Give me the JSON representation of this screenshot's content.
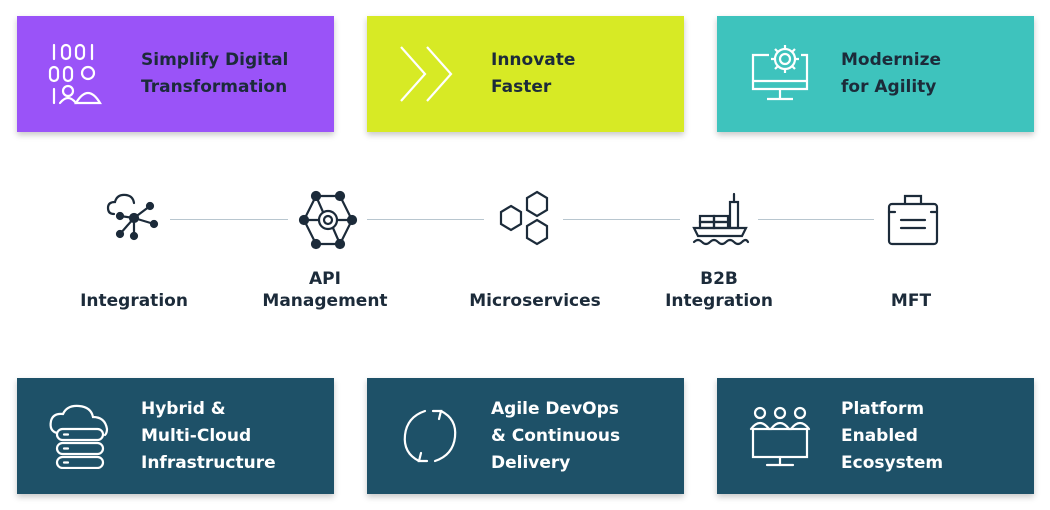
{
  "benefits": [
    {
      "line1": "Simplify Digital",
      "line2": "Transformation",
      "icon": "binary-people-icon",
      "color": "#9a53f8"
    },
    {
      "line1": "Innovate",
      "line2": "Faster",
      "icon": "chevrons-right-icon",
      "color": "#d7ea25"
    },
    {
      "line1": "Modernize",
      "line2": "for Agility",
      "icon": "monitor-gear-icon",
      "color": "#3ec3bd"
    }
  ],
  "capabilities": [
    {
      "line1": "",
      "line2": "Integration",
      "icon": "cloud-network-icon"
    },
    {
      "line1": "API",
      "line2": "Management",
      "icon": "api-hub-icon"
    },
    {
      "line1": "",
      "line2": "Microservices",
      "icon": "hexagons-icon"
    },
    {
      "line1": "B2B",
      "line2": "Integration",
      "icon": "ship-icon"
    },
    {
      "line1": "",
      "line2": "MFT",
      "icon": "briefcase-icon"
    }
  ],
  "solutions": [
    {
      "line1": "Hybrid &",
      "line2": "Multi-Cloud",
      "line3": "Infrastructure",
      "icon": "cloud-server-icon"
    },
    {
      "line1": "Agile DevOps",
      "line2": "& Continuous",
      "line3": "Delivery",
      "icon": "refresh-cycle-icon"
    },
    {
      "line1": "Platform",
      "line2": "Enabled",
      "line3": "Ecosystem",
      "icon": "people-monitor-icon"
    }
  ],
  "colors": {
    "dark_teal": "#1e5168",
    "text_dark": "#1c2b3a",
    "connector": "#b8c6cf"
  }
}
